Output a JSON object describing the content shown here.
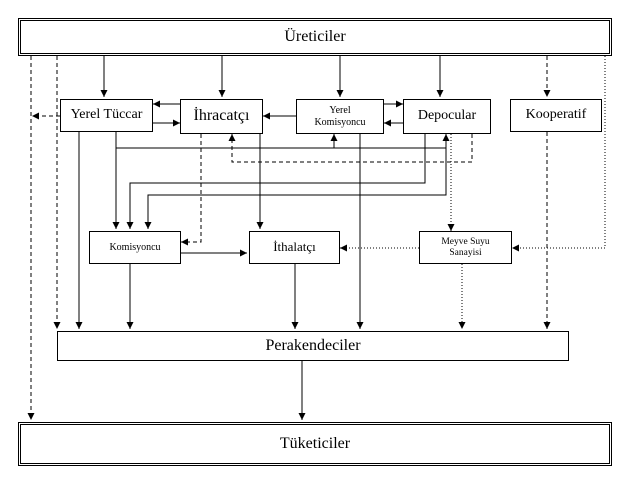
{
  "nodes": {
    "ureticiler": "Üreticiler",
    "yerel_tuccar": "Yerel Tüccar",
    "ihracatci": "İhracatçı",
    "yerel_komisyoncu_line1": "Yerel",
    "yerel_komisyoncu_line2": "Komisyoncu",
    "depocular": "Depocular",
    "kooperatif": "Kooperatif",
    "komisyoncu": "Komisyoncu",
    "ithalatci": "İthalatçı",
    "meyve_suyu_line1": "Meyve Suyu",
    "meyve_suyu_line2": "Sanayisi",
    "perakendeciler": "Perakendeciler",
    "tuketiciler": "Tüketiciler"
  }
}
